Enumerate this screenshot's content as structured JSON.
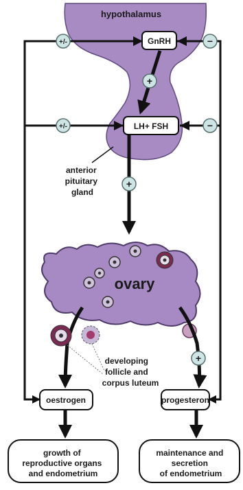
{
  "labels": {
    "hypothalamus": "hypothalamus",
    "gnrh": "GnRH",
    "lh_fsh": "LH+ FSH",
    "anterior_pituitary": [
      "anterior",
      "pituitary",
      "gland"
    ],
    "ovary": "ovary",
    "developing_follicle": [
      "developing",
      "follicle and",
      "corpus luteum"
    ],
    "oestrogen": "oestrogen",
    "progesteron": "progesteron",
    "growth": [
      "growth of",
      "reproductive organs",
      "and endometrium"
    ],
    "maintenance": [
      "maintenance and",
      "secretion",
      "of endometrium"
    ]
  },
  "signs": {
    "plus_minus": "+/-",
    "plus": "+",
    "minus": "−"
  },
  "colors": {
    "gland_fill": "#a98bc4",
    "gland_stroke": "#5f4a80",
    "ovary_fill": "#a78ac4",
    "badge_fill": "#cfe4e4",
    "badge_stroke": "#55706f",
    "line": "#111111",
    "follicle_ring": "#7b2a52"
  }
}
